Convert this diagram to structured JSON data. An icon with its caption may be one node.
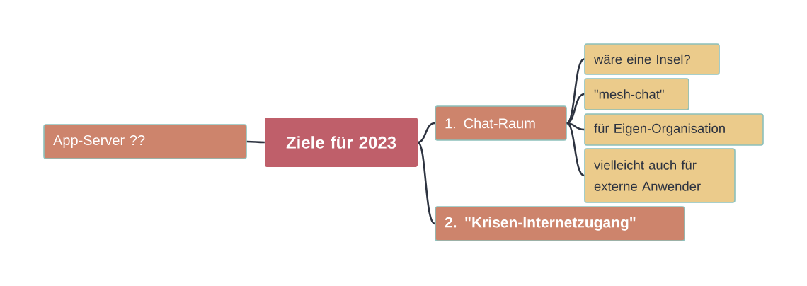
{
  "diagram": {
    "nodes": [
      {
        "text": [
          "Ziele für 2023"
        ]
      },
      {
        "text": [
          "App-Server ??"
        ]
      },
      {
        "text": [
          "1. Chat-Raum"
        ]
      },
      {
        "text": [
          "2. \"Krisen-Internetzugang\""
        ]
      },
      {
        "text": [
          "wäre eine Insel?"
        ]
      },
      {
        "text": [
          "\"mesh-chat\""
        ]
      },
      {
        "text": [
          "für Eigen-Organisation"
        ]
      },
      {
        "text": [
          "vielleicht auch für externe Anwender"
        ]
      }
    ],
    "edges": [
      {
        "from": 0,
        "to": 1,
        "arrow": "none"
      },
      {
        "from": 0,
        "to": 2,
        "arrow": "none"
      },
      {
        "from": 0,
        "to": 3,
        "arrow": "none"
      },
      {
        "from": 2,
        "to": 4,
        "arrow": "none"
      },
      {
        "from": 2,
        "to": 5,
        "arrow": "none"
      },
      {
        "from": 2,
        "to": 6,
        "arrow": "none"
      },
      {
        "from": 2,
        "to": 7,
        "arrow": "none"
      }
    ]
  }
}
